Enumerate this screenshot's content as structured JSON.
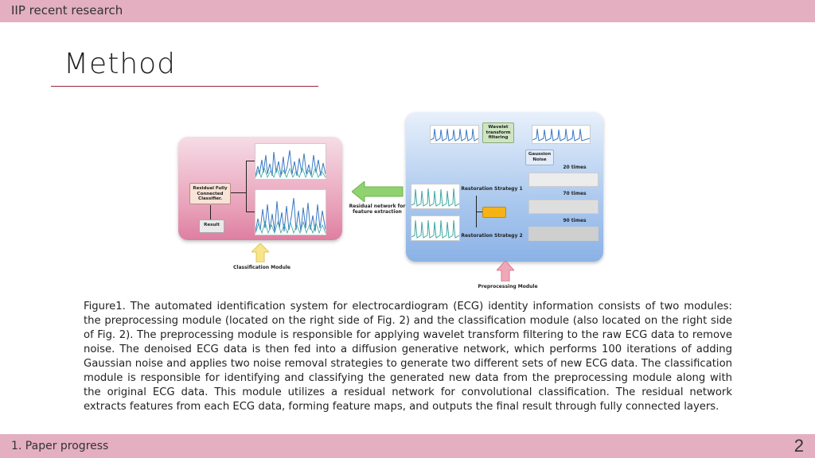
{
  "header": {
    "text": "IIP recent research"
  },
  "footer": {
    "text": "1. Paper progress",
    "page": "2"
  },
  "slide": {
    "title": "Method"
  },
  "figure": {
    "classifier_label": "Residual Fully Connected Classifier.",
    "result_label": "Result",
    "classification_module": "Classification Module",
    "residual_network_label": "Residual network for feature extraction",
    "wavelet_label": "Wavelet transform filtering",
    "gaussian_label": "Gaussion Noise",
    "times_20": "20 times",
    "times_70": "70 times",
    "times_90": "90 times",
    "strategy1": "Restoration Strategy 1",
    "strategy2": "Restoration Strategy 2",
    "preprocessing_module": "Preprocessing Module",
    "colors": {
      "left_panel": "#e89fb8",
      "right_panel": "#aac8ee",
      "arrow_green": "#8fd26f",
      "arrow_yellow": "#f7e58a",
      "arrow_pink": "#f0a7b8",
      "ecg_blue": "#3a78c2",
      "ecg_green": "#3aa7a0"
    }
  },
  "caption": "Figure1. The automated identification system for electrocardiogram (ECG) identity information consists of two modules: the preprocessing module (located on the right side of Fig. 2) and the classification module (also located on the right side of Fig. 2). The preprocessing module is responsible for applying wavelet transform filtering to the raw ECG data to remove noise. The denoised ECG data is then fed into a diffusion generative network, which performs 100 iterations of adding Gaussian noise and applies two noise removal strategies to generate two different sets of new ECG data. The classification module is responsible for identifying and classifying the generated new data from the preprocessing module along with the original ECG data. This module utilizes a residual network for convolutional classification. The residual network extracts features from each ECG data, forming feature maps, and outputs the final result through fully connected layers."
}
